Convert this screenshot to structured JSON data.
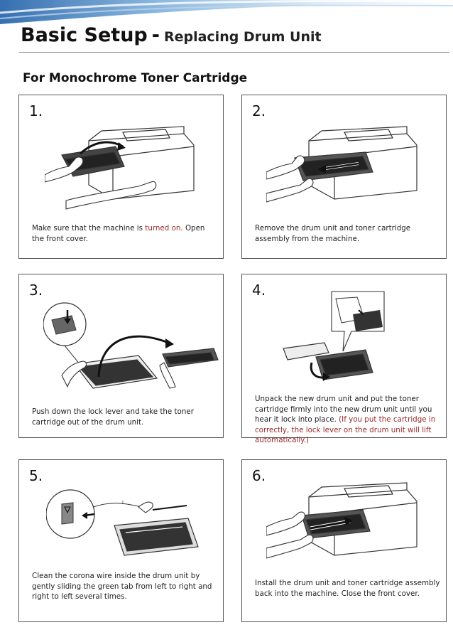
{
  "header": {
    "title": "Basic Setup",
    "dash": "-",
    "subtitle": "Replacing Drum Unit",
    "section": "For Monochrome Toner Cartridge"
  },
  "steps": [
    {
      "num": "1.",
      "text_a": "Make sure that the machine is ",
      "text_red": "turned on",
      "text_b": ". Open the front cover."
    },
    {
      "num": "2.",
      "text": "Remove the drum unit and toner cartridge assembly from the machine."
    },
    {
      "num": "3.",
      "text": "Push down the lock lever and take the toner cartridge out of the drum unit."
    },
    {
      "num": "4.",
      "text": "Unpack the new drum unit and put the toner cartridge firmly into the new drum unit until you hear it lock into place. ",
      "text_red": "(If you put the cartridge in correctly, the lock lever on the drum unit will lift automatically.)"
    },
    {
      "num": "5.",
      "text": "Clean the corona wire inside the drum unit by gently sliding the green tab from left to right and right to left several times.",
      "callout": "1"
    },
    {
      "num": "6.",
      "text": "Install the drum unit and toner cartridge assembly back into the machine. Close the front cover."
    }
  ],
  "colors": {
    "accent_red": "#9b2a2a",
    "banner_blue": "#2f6fb3",
    "border": "#555555"
  }
}
